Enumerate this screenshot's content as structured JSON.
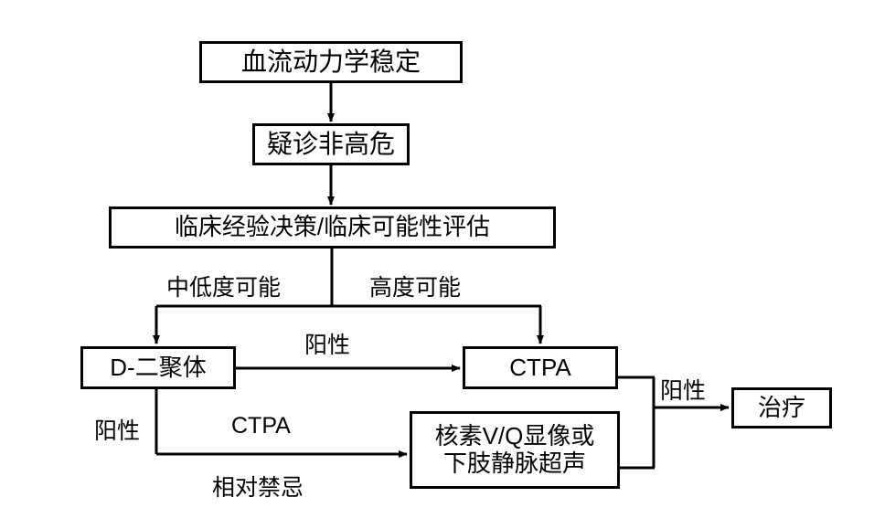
{
  "diagram": {
    "title": "",
    "background_color": "#ffffff",
    "line_color": "#000000",
    "text_color": "#000000",
    "nodes": [
      {
        "id": "hemodynamic-stable",
        "label": "血流动力学稳定"
      },
      {
        "id": "suspected-non-high-risk",
        "label": "疑诊非高危"
      },
      {
        "id": "clinical-assessment",
        "label": "临床经验决策/临床可能性评估"
      },
      {
        "id": "d-dimer",
        "label": "D-二聚体"
      },
      {
        "id": "ctpa",
        "label": "CTPA"
      },
      {
        "id": "vq-scan",
        "label": "核素V/Q显像或\n下肢静脉超声"
      },
      {
        "id": "treatment",
        "label": "治疗"
      }
    ],
    "edge_labels": [
      {
        "id": "low-mid-probability",
        "label": "中低度可能"
      },
      {
        "id": "high-probability",
        "label": "高度可能"
      },
      {
        "id": "positive-to-ctpa",
        "label": "阳性"
      },
      {
        "id": "positive-left",
        "label": "阳性"
      },
      {
        "id": "ctpa-alternative",
        "label": "CTPA"
      },
      {
        "id": "relative-contraindication",
        "label": "相对禁忌"
      },
      {
        "id": "positive-to-treatment",
        "label": "阳性"
      }
    ]
  }
}
